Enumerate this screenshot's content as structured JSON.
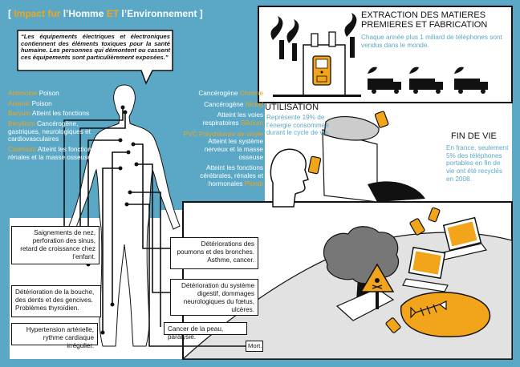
{
  "title": {
    "open": "[",
    "part1": "Impact fur",
    "part2": "l’Homme",
    "part3": "ET",
    "part4": "l’Environnement",
    "close": "]"
  },
  "quote": "“Les équipements électriques et électroniques contiennent des éléments toxiques pour la santé humaine. Les personnes qui démontent ou cassent ces équipements sont particulièrement exposées.”",
  "toxins_left": [
    {
      "substance": "Antimoine",
      "effect": "Poison"
    },
    {
      "substance": "Arsenic",
      "effect": "Poison"
    },
    {
      "substance": "Baryum",
      "effect": "Atteint les fonctions"
    },
    {
      "substance": "Béryllium",
      "effect": "Cancérogène, gastriques, neurologiques et cardiovasculaires"
    },
    {
      "substance": "Cadmium",
      "effect": "Atteint les fonctions rénales et la masse osseuse"
    }
  ],
  "toxins_right": [
    {
      "effect": "Cancérogène",
      "substance": "Chrome"
    },
    {
      "effect": "Cancérogène",
      "substance": "Nickel"
    },
    {
      "effect": "Atteint les voies respiratoires",
      "substance": "Silicium"
    },
    {
      "substance": "PVC Polychlorure de vinyle",
      "effect": "Atteint les système nerveux et la masse osseuse"
    },
    {
      "effect": "Atteint les fonctions cérébrales, rénales et hormonales",
      "substance": "Plomb"
    }
  ],
  "effects_left": [
    "Saignements de nez, perforation des sinus, retard de croissance chez l’enfant.",
    "Détérioration de la bouche, des dents et des gencives. Problèmes thyroïdien.",
    "Hypertension artérielle, rythme cardiaque irrégulier."
  ],
  "effects_right": [
    "Détériorations des poumons et des bronches. Asthme, cancer.",
    "Détérioration du système digestif, dommages neurologiques du fœtus, ulcères.",
    "Cancer de la peau, paralysie.",
    "Mort."
  ],
  "extraction": {
    "title_line1": "EXTRACTION DES MATIERES",
    "title_line2": "PREMIERES ET FABRICATION",
    "text": "Chaque année plus 1 miliard de téléphones sont vendus dans le monde."
  },
  "utilisation": {
    "title": "UTILISATION",
    "text": "Représente 19% de l’énergie consommée durant le cycle de vie."
  },
  "fin_de_vie": {
    "title": "FIN DE VIE",
    "text": "En france, seulement 5% des téléphones portables en fin de vie ont été recyclés en 2008."
  },
  "colors": {
    "blue": "#5aa8c6",
    "orange": "#f2a41a",
    "ink": "#111111",
    "cream": "#ffffff"
  },
  "icons": [
    "factory-icon",
    "truck-icon",
    "phone-icon",
    "trash-bin-icon",
    "laptop-icon",
    "tree-icon",
    "hazard-sign-icon",
    "fish-skeleton-icon"
  ]
}
